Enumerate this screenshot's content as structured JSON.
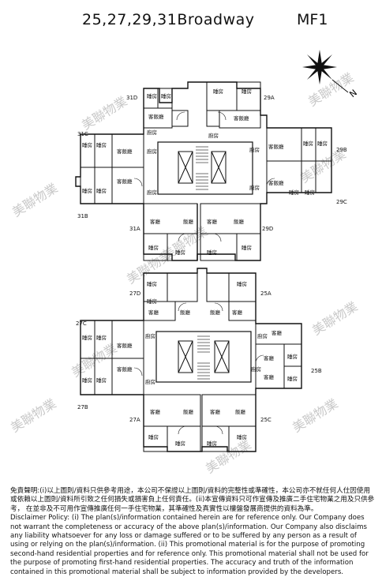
{
  "header": {
    "title": "25,27,29,31Broadway",
    "code": "MF1",
    "compass": "N"
  },
  "watermark": "美聯物業",
  "rooms": {
    "bedroom": "睡房",
    "living_dining": "客飯廳",
    "living": "客廳",
    "dining": "飯廳",
    "kitchen": "廚房"
  },
  "units_upper": [
    "31D",
    "29A",
    "31C",
    "29B",
    "29C",
    "31B",
    "31A",
    "29D"
  ],
  "units_lower": [
    "27D",
    "25A",
    "27C",
    "25B",
    "27B",
    "27A",
    "25C"
  ],
  "disclaimer": {
    "chinese": "免責聲明:(i)以上圖則/資料只供參考用途，本公司不保證以上圖則/資料的完整性或準確性，本公司亦不就任何人仕因使用或依賴以上圖則/資料所引致之任何損失或損害負上任何責任。(ii)本宣傳資料只可作宣傳及推廣二手住宅物業之用及只供參考， 在並非及不可用作宣傳推廣任何一手住宅物業，其準確性及真實性以樓盤發展商提供的資料為準。",
    "english": "Disclaimer Policy: (i) The plan(s)/information contained herein are for reference only. Our Company does not warrant the completeness or accuracy of the above plan(s)/information. Our Company also disclaims any liability whatsoever for any loss or damage suffered or to be suffered by any person as a result of using or relying on the plan(s)/information. (ii) This promotional material is for the purpose of promoting second-hand residential properties and for reference only. This promotional material shall not be used for the purpose of promoting first-hand residential properties. The accuracy and truth of the information contained in this promotional material shall be subject to information provided by the developers."
  }
}
